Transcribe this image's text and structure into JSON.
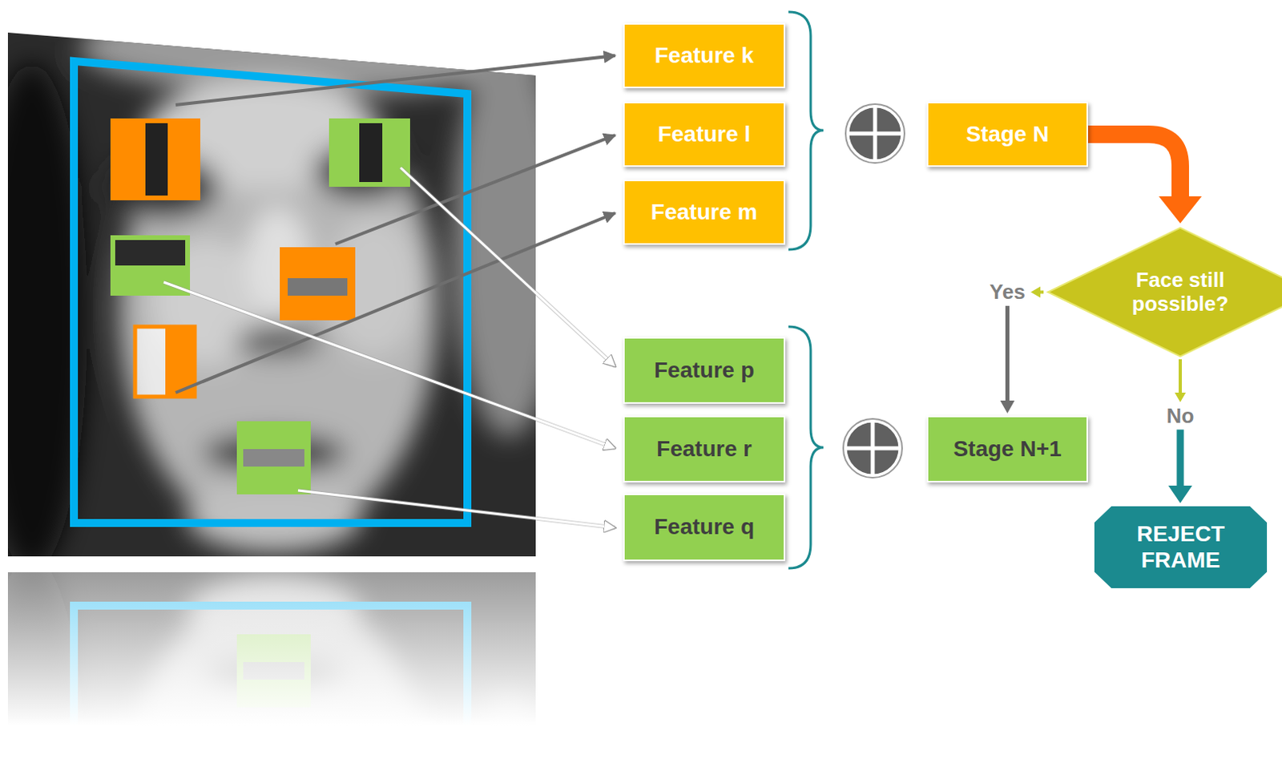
{
  "diagram": {
    "nodes": [
      {
        "text": [
          "Feature k"
        ]
      },
      {
        "text": [
          "Feature l"
        ]
      },
      {
        "text": [
          "Feature m"
        ]
      },
      {
        "text": [
          "Stage N"
        ]
      },
      {
        "text": [
          "Face still possible?"
        ]
      },
      {
        "text": [
          "Feature p"
        ]
      },
      {
        "text": [
          "Feature r"
        ]
      },
      {
        "text": [
          "Stage N+1"
        ]
      },
      {
        "text": [
          "Feature q"
        ]
      },
      {
        "text": [
          "REJECT FRAME"
        ]
      }
    ],
    "edges": [
      {
        "from": 3,
        "to": 4,
        "arrow": "to"
      },
      {
        "from": 4,
        "to": 7,
        "label": "Yes",
        "arrow": "to"
      },
      {
        "from": 4,
        "to": 9,
        "label": "No",
        "arrow": "to"
      }
    ]
  }
}
